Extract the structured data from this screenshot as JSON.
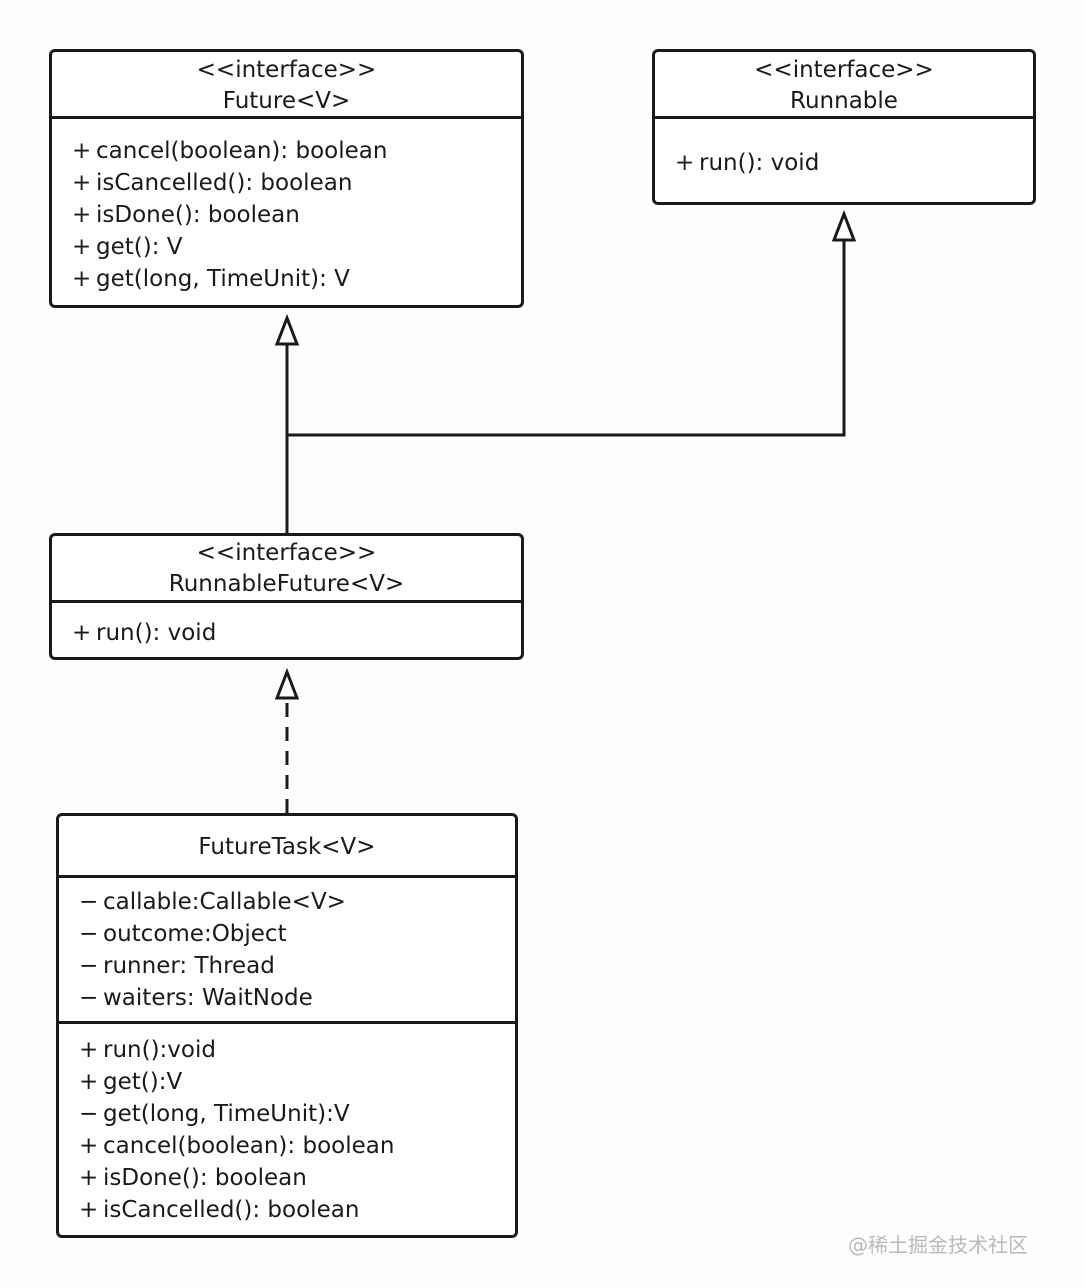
{
  "classes": [
    {
      "stereotype": "<<interface>>",
      "name": "Future<V>",
      "attributes": [],
      "methods": [
        {
          "vis": "+",
          "text": "cancel(boolean): boolean"
        },
        {
          "vis": "+",
          "text": "isCancelled(): boolean"
        },
        {
          "vis": "+",
          "text": "isDone(): boolean"
        },
        {
          "vis": "+",
          "text": "get(): V"
        },
        {
          "vis": "+",
          "text": "get(long, TimeUnit): V"
        }
      ]
    },
    {
      "stereotype": "<<interface>>",
      "name": "Runnable",
      "attributes": [],
      "methods": [
        {
          "vis": "+",
          "text": "run(): void"
        }
      ]
    },
    {
      "stereotype": "<<interface>>",
      "name": "RunnableFuture<V>",
      "attributes": [],
      "methods": [
        {
          "vis": "+",
          "text": "run(): void"
        }
      ]
    },
    {
      "stereotype": "",
      "name": "FutureTask<V>",
      "attributes": [
        {
          "vis": "−",
          "text": "callable:Callable<V>"
        },
        {
          "vis": "−",
          "text": "outcome:Object"
        },
        {
          "vis": "−",
          "text": "runner: Thread"
        },
        {
          "vis": "−",
          "text": "waiters: WaitNode"
        }
      ],
      "methods": [
        {
          "vis": "+",
          "text": "run():void"
        },
        {
          "vis": "+",
          "text": "get():V"
        },
        {
          "vis": "−",
          "text": "get(long, TimeUnit):V"
        },
        {
          "vis": "+",
          "text": "cancel(boolean): boolean"
        },
        {
          "vis": "+",
          "text": "isDone(): boolean"
        },
        {
          "vis": "+",
          "text": "isCancelled(): boolean"
        }
      ]
    }
  ],
  "relations": [
    {
      "from": "RunnableFuture<V>",
      "to": "Future<V>",
      "kind": "generalization"
    },
    {
      "from": "RunnableFuture<V>",
      "to": "Runnable",
      "kind": "generalization"
    },
    {
      "from": "FutureTask<V>",
      "to": "RunnableFuture<V>",
      "kind": "realization"
    }
  ],
  "watermark": "@稀土掘金技术社区"
}
